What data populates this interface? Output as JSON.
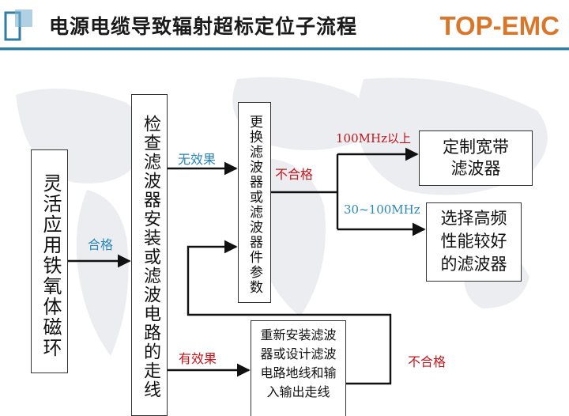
{
  "header": {
    "title": "电源电缆导致辐射超标定位子流程",
    "brand": "TOP-EMC"
  },
  "boxes": {
    "ferrite": "灵活应用铁氧体磁环",
    "check_filter": "检查滤波器安装或滤波电路的走线",
    "replace_filter": "更换滤波器或滤波器件参数",
    "custom_filter": "定制宽带滤波器",
    "choose_filter": "选择高频性能较好的滤波器",
    "reinstall": "重新安装滤波器或设计滤波电路地线和输入输出走线"
  },
  "edges": {
    "pass": "合格",
    "no_effect": "无效果",
    "effective": "有效果",
    "fail_1": "不合格",
    "freq_high": "100MHz以上",
    "freq_mid": "30~100MHz",
    "fail_2": "不合格"
  },
  "colors": {
    "title": "#1a1a1a",
    "brand": "#d9762a",
    "label_blue": "#2a86b8",
    "label_red": "#c4161c",
    "rule": "#2f7ea1"
  }
}
